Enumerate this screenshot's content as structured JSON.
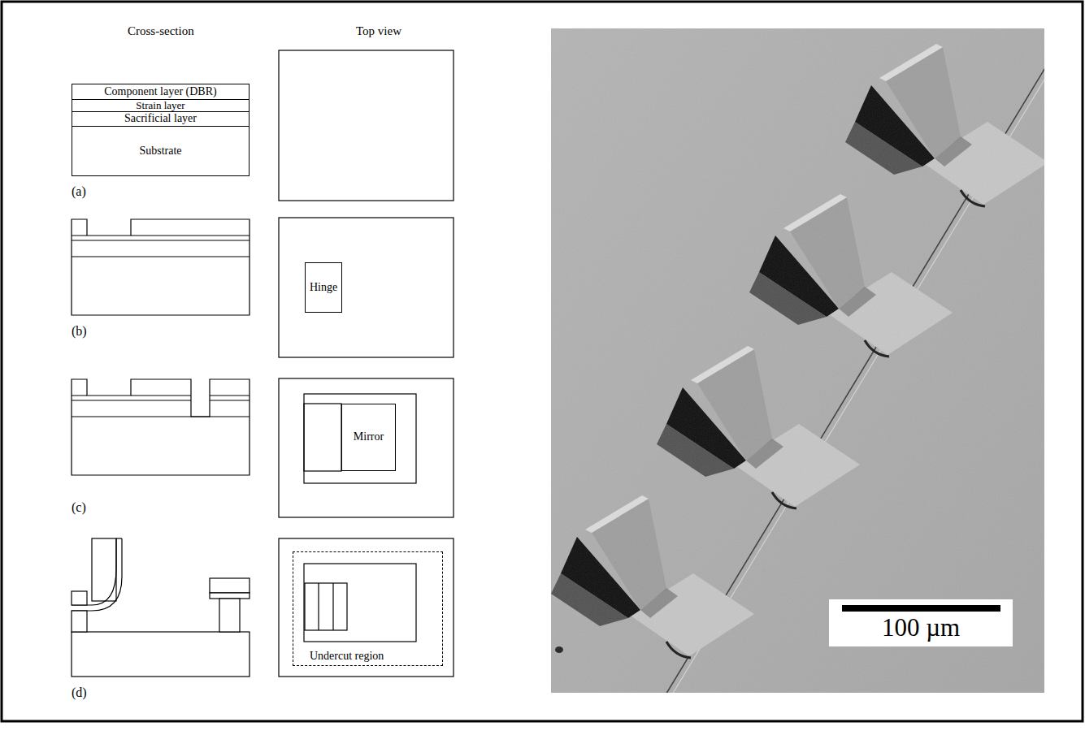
{
  "diagram": {
    "nodes": [
      {
        "text": [
          "Component layer (DBR)"
        ]
      },
      {
        "text": [
          "Strain layer"
        ]
      },
      {
        "text": [
          "Sacrificial layer"
        ]
      },
      {
        "text": [
          "Substrate"
        ]
      },
      {
        "text": [
          "Hinge"
        ]
      },
      {
        "text": [
          "Mirror"
        ]
      },
      {
        "text": [
          "Undercut region"
        ]
      },
      {
        "text": [
          "100 µm"
        ]
      }
    ],
    "labels": [
      "Cross-section",
      "Top view",
      "(a)",
      "(b)",
      "(c)",
      "(d)"
    ]
  }
}
